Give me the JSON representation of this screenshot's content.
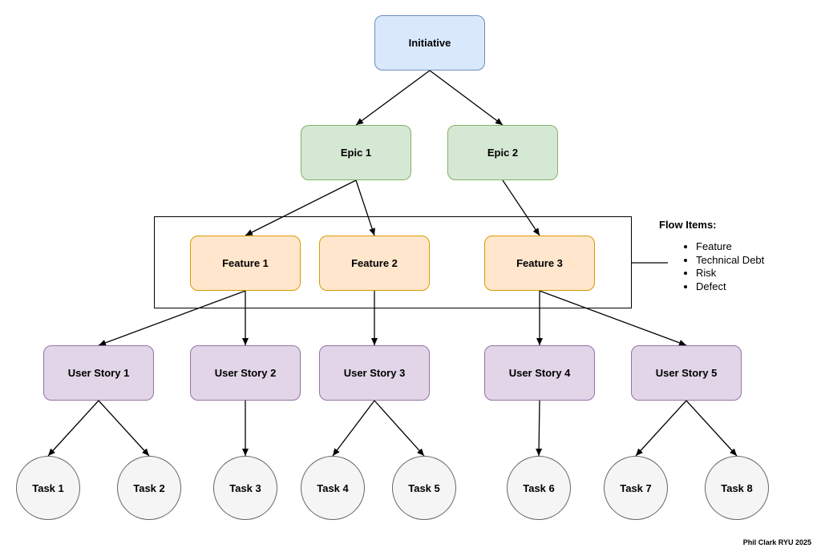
{
  "diagram": {
    "nodes": {
      "initiative": {
        "label": "Initiative"
      },
      "epic1": {
        "label": "Epic 1"
      },
      "epic2": {
        "label": "Epic 2"
      },
      "feature1": {
        "label": "Feature 1"
      },
      "feature2": {
        "label": "Feature 2"
      },
      "feature3": {
        "label": "Feature 3"
      },
      "story1": {
        "label": "User Story 1"
      },
      "story2": {
        "label": "User Story 2"
      },
      "story3": {
        "label": "User Story 3"
      },
      "story4": {
        "label": "User Story 4"
      },
      "story5": {
        "label": "User Story 5"
      },
      "task1": {
        "label": "Task 1"
      },
      "task2": {
        "label": "Task 2"
      },
      "task3": {
        "label": "Task 3"
      },
      "task4": {
        "label": "Task 4"
      },
      "task5": {
        "label": "Task 5"
      },
      "task6": {
        "label": "Task 6"
      },
      "task7": {
        "label": "Task 7"
      },
      "task8": {
        "label": "Task 8"
      }
    },
    "edges": [
      {
        "from": "initiative",
        "to": "epic1"
      },
      {
        "from": "initiative",
        "to": "epic2"
      },
      {
        "from": "epic1",
        "to": "feature1"
      },
      {
        "from": "epic1",
        "to": "feature2"
      },
      {
        "from": "epic2",
        "to": "feature3"
      },
      {
        "from": "feature1",
        "to": "story1"
      },
      {
        "from": "feature1",
        "to": "story2"
      },
      {
        "from": "feature2",
        "to": "story3"
      },
      {
        "from": "feature3",
        "to": "story4"
      },
      {
        "from": "feature3",
        "to": "story5"
      },
      {
        "from": "story1",
        "to": "task1"
      },
      {
        "from": "story1",
        "to": "task2"
      },
      {
        "from": "story2",
        "to": "task3"
      },
      {
        "from": "story3",
        "to": "task4"
      },
      {
        "from": "story3",
        "to": "task5"
      },
      {
        "from": "story4",
        "to": "task6"
      },
      {
        "from": "story5",
        "to": "task7"
      },
      {
        "from": "story5",
        "to": "task8"
      }
    ],
    "legend": {
      "title": "Flow Items:",
      "items": [
        "Feature",
        "Technical Debt",
        "Risk",
        "Defect"
      ]
    },
    "credit": "Phil Clark RYU 2025",
    "colors": {
      "initiative_fill": "#dae8fc",
      "initiative_stroke": "#6c8ebf",
      "epic_fill": "#d5e8d4",
      "epic_stroke": "#82b366",
      "feature_fill": "#ffe6cc",
      "feature_stroke": "#d79b00",
      "story_fill": "#e1d5e7",
      "story_stroke": "#9673a6",
      "task_fill": "#f5f5f5",
      "task_stroke": "#666666"
    }
  }
}
